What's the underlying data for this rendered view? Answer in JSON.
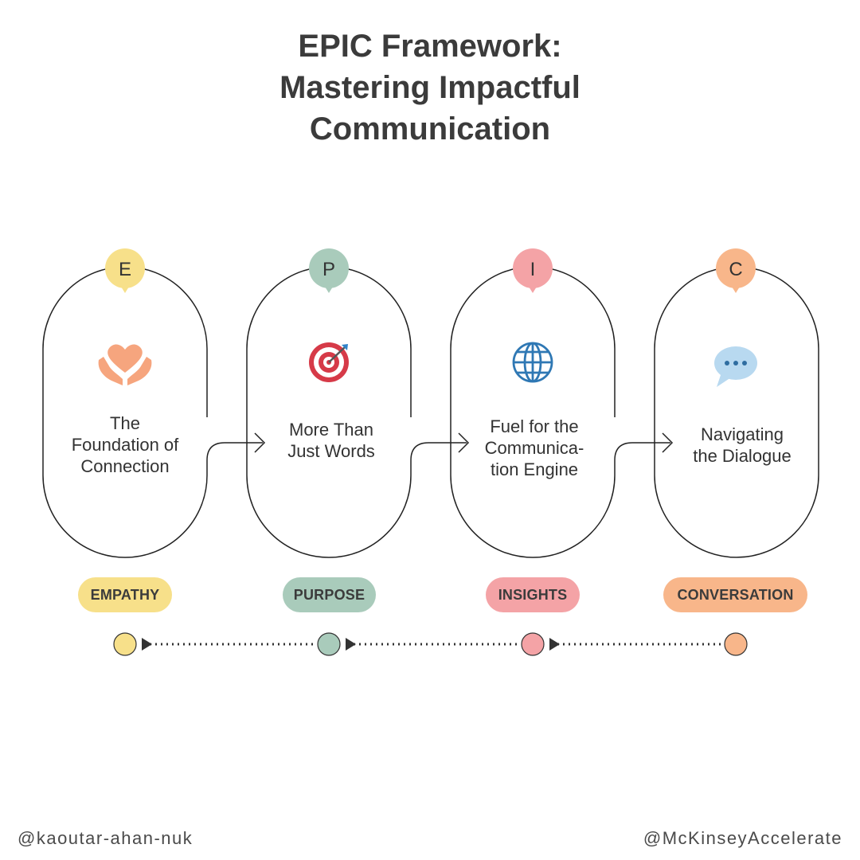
{
  "title_lines": [
    "EPIC Framework:",
    "Mastering Impactful",
    "Communication"
  ],
  "stages": [
    {
      "letter": "E",
      "icon": "heart-hands-icon",
      "text": [
        "The",
        "Foundation of",
        "Connection"
      ],
      "label": "EMPATHY",
      "color": "#f7e08a"
    },
    {
      "letter": "P",
      "icon": "target-icon",
      "text": [
        "More Than",
        "Just Words"
      ],
      "label": "PURPOSE",
      "color": "#a9cbbb"
    },
    {
      "letter": "I",
      "icon": "globe-icon",
      "text": [
        "Fuel for the",
        "Communica-",
        "tion Engine"
      ],
      "label": "INSIGHTS",
      "color": "#f4a3a6"
    },
    {
      "letter": "C",
      "icon": "speech-bubble-icon",
      "text": [
        "Navigating",
        "the Dialogue"
      ],
      "label": "CONVERSATION",
      "color": "#f8b68a"
    }
  ],
  "footer": {
    "left_handle": "@kaoutar-ahan-nuk",
    "right_handle": "@McKinseyAccelerate"
  }
}
